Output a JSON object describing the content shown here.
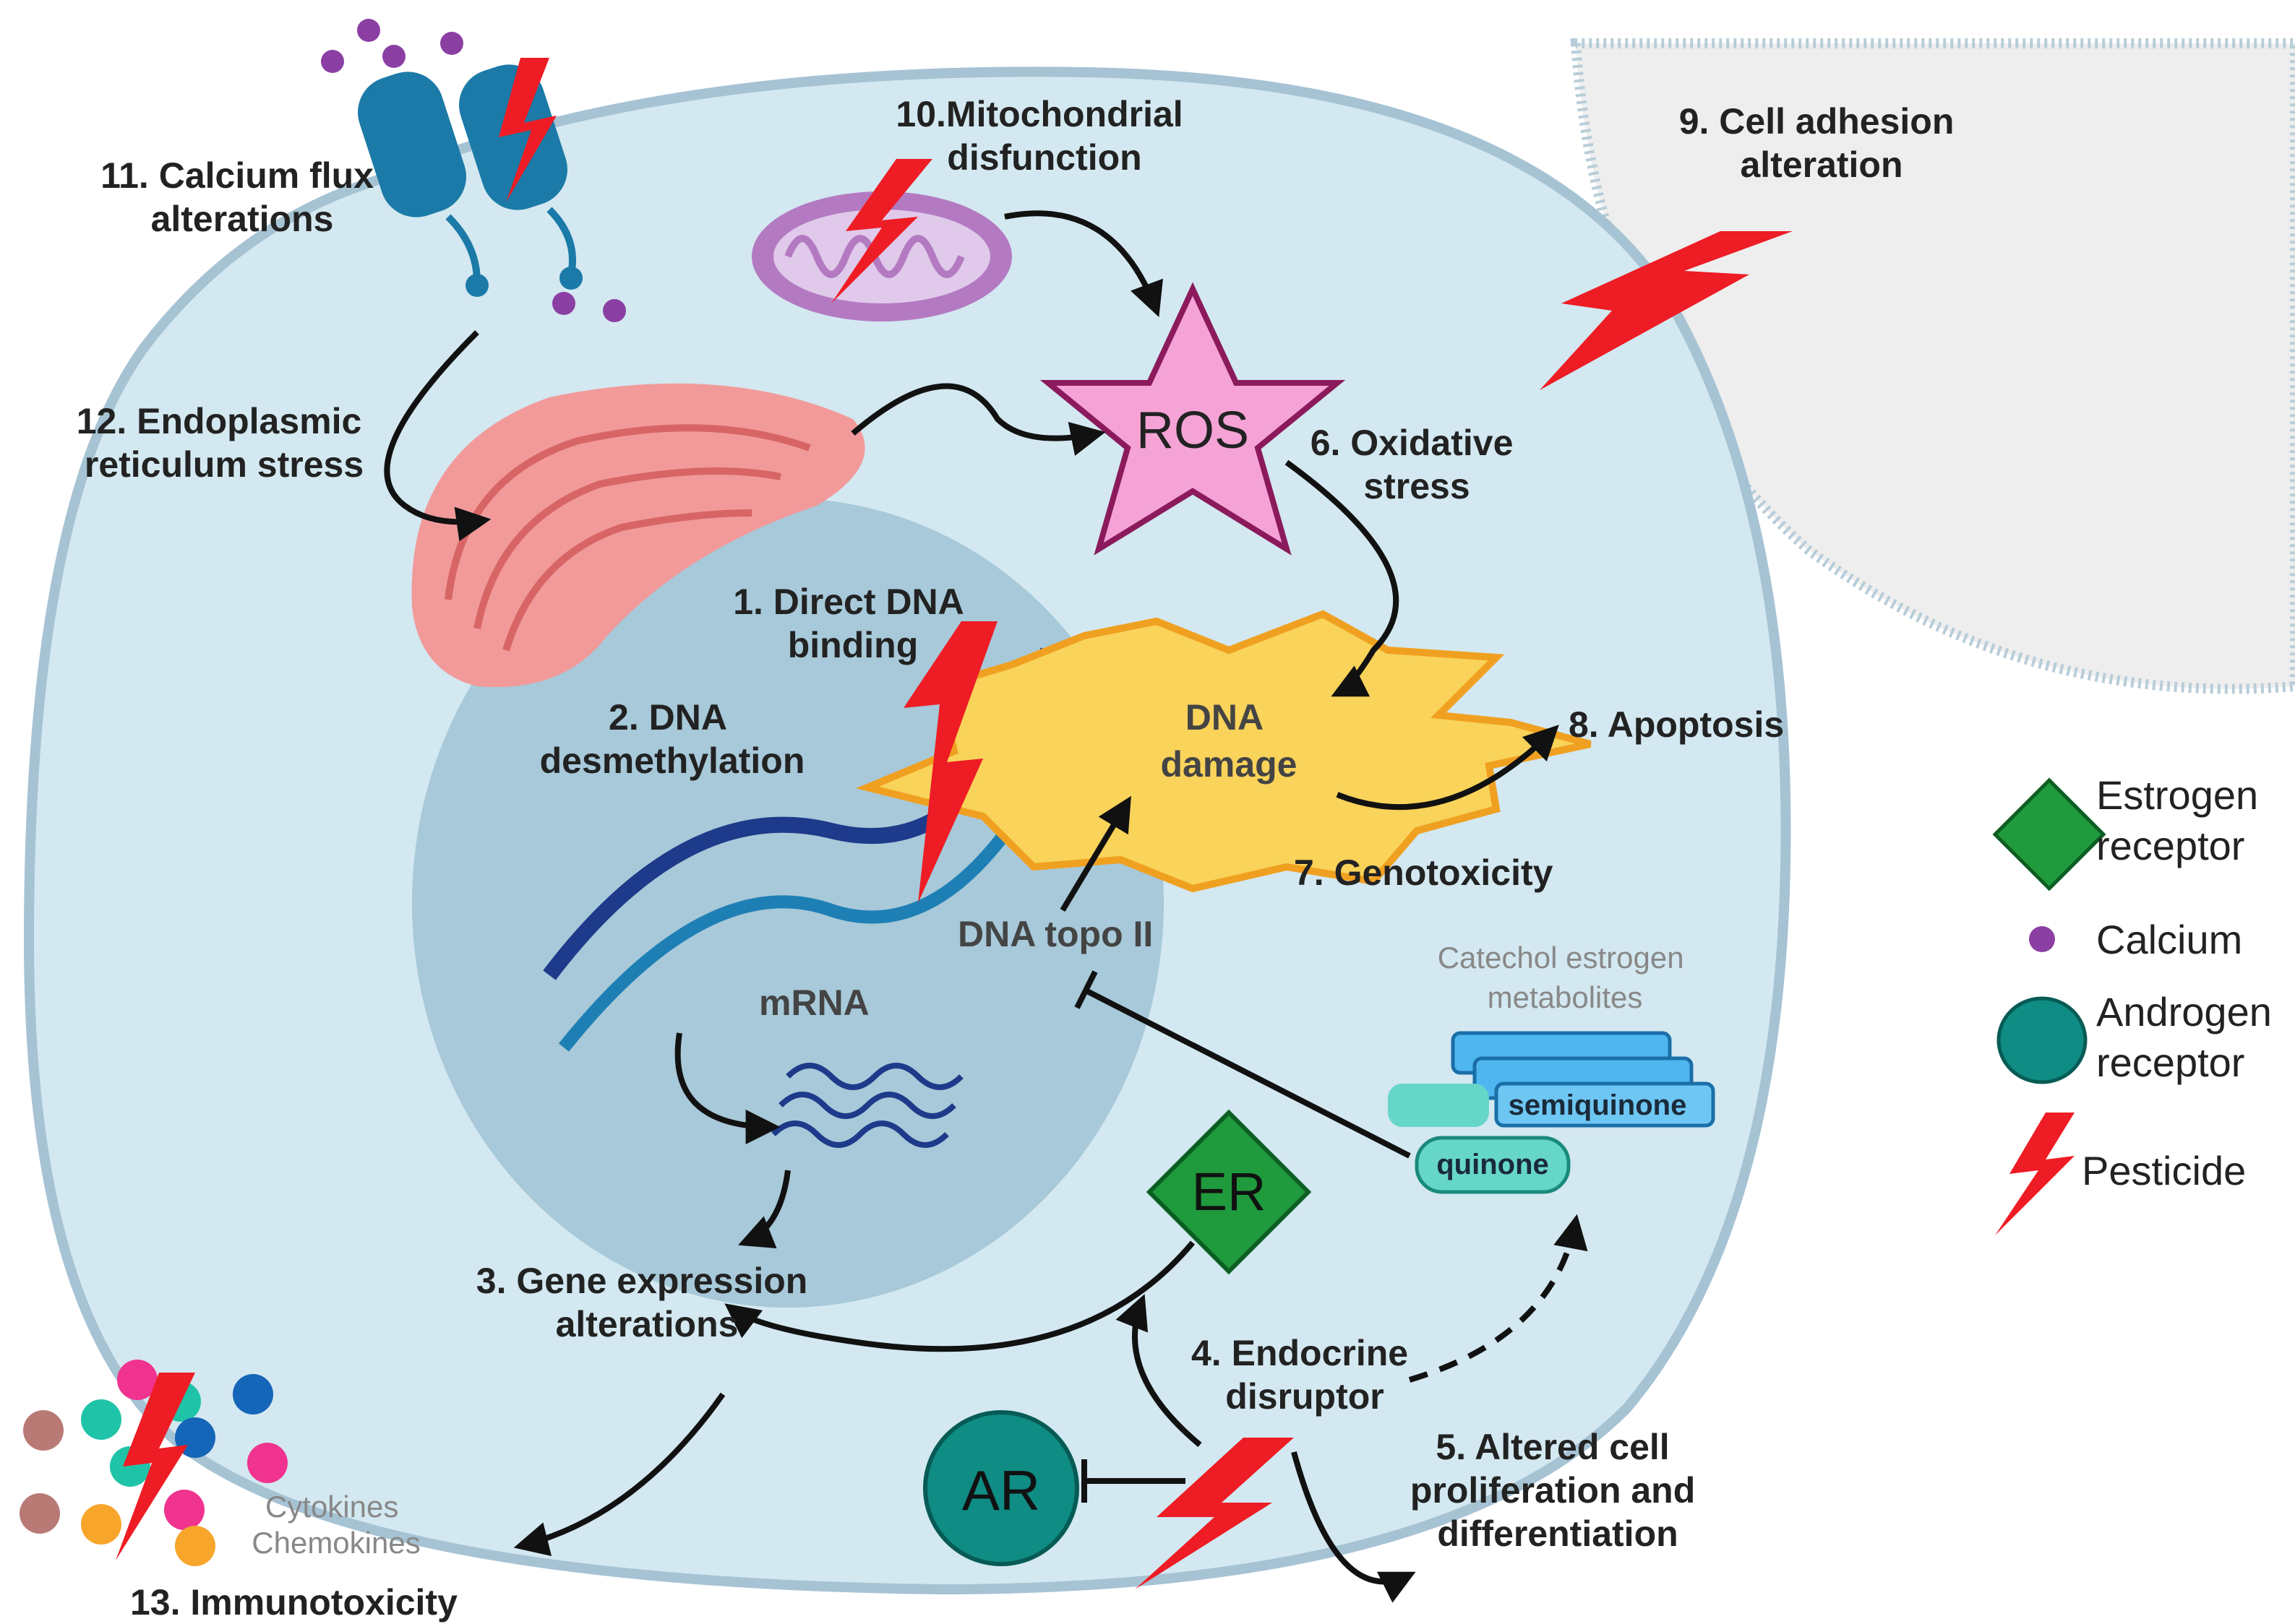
{
  "labels": {
    "l1": [
      "1. Direct DNA",
      "binding"
    ],
    "l2": [
      "2. DNA",
      "desmethylation"
    ],
    "l3": [
      "3. Gene expression",
      "alterations"
    ],
    "l4": [
      "4. Endocrine",
      "disruptor"
    ],
    "l5": [
      "5. Altered cell",
      "proliferation and",
      "differentiation"
    ],
    "l6": [
      "6. Oxidative",
      "stress"
    ],
    "l7": "7. Genotoxicity",
    "l8": "8. Apoptosis",
    "l9": [
      "9. Cell adhesion",
      "alteration"
    ],
    "l10": [
      "10.Mitochondrial",
      "disfunction"
    ],
    "l11": [
      "11. Calcium flux",
      "alterations"
    ],
    "l12": [
      "12. Endoplasmic",
      "reticulum stress"
    ],
    "l13": "13. Immunotoxicity"
  },
  "inner": {
    "ros": "ROS",
    "dna_damage": [
      "DNA",
      "damage"
    ],
    "dna_topo": "DNA topo II",
    "mrna": "mRNA",
    "er": "ER",
    "ar": "AR",
    "catechol": [
      "Catechol estrogen",
      "metabolites"
    ],
    "semiquinone": "semiquinone",
    "quinone": "quinone",
    "cytokines": [
      "Cytokines",
      "Chemokines"
    ]
  },
  "legend": {
    "estrogen": [
      "Estrogen",
      "receptor"
    ],
    "calcium": "Calcium",
    "androgen": [
      "Androgen",
      "receptor"
    ],
    "pesticide": "Pesticide"
  },
  "colors": {
    "cell": "#d3e8f0",
    "nucleus": "#a7c9d9",
    "pesticide": "#ee1c24",
    "ros": "#f5a3d6",
    "dna_damage": "#f9d35a",
    "er_receptor": "#1f9a3d",
    "ar_receptor": "#0f8c84",
    "calcium": "#8b3fa3"
  }
}
